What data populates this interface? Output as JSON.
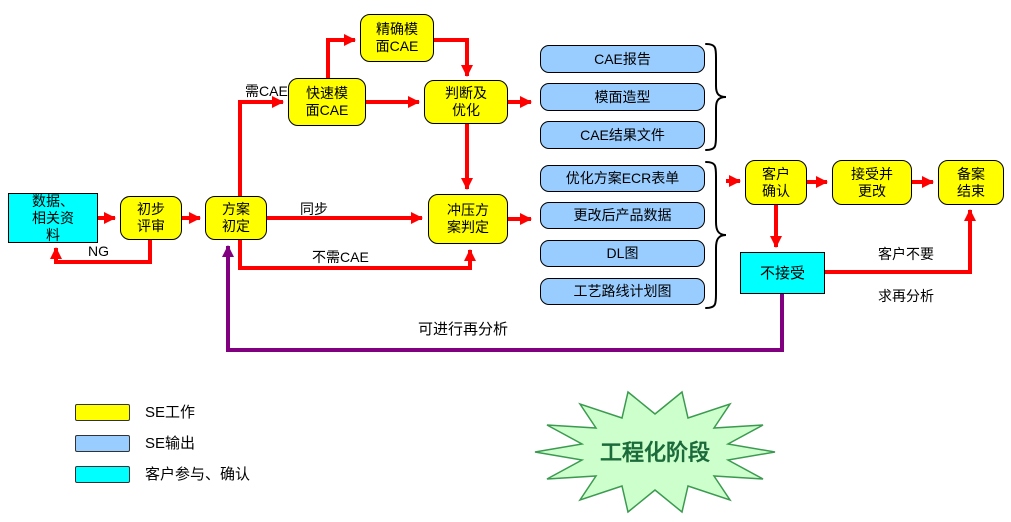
{
  "colors": {
    "se_work": "#FFFF00",
    "se_output": "#99CCFF",
    "customer": "#00FFFF",
    "arrow_red": "#FF0000",
    "arrow_purple": "#800080",
    "brace": "#000000",
    "starburst_fill": "#CCFFCC",
    "starburst_stroke": "#3C9A50",
    "starburst_text": "#1B6B3A"
  },
  "nodes": {
    "data_materials": "数据、\n相关资\n料",
    "preliminary_review": "初步\n评审",
    "plan_initial": "方案\n初定",
    "rapid_cae": "快速模\n面CAE",
    "precise_cae": "精确模\n面CAE",
    "judge_optimize": "判断及\n优化",
    "stamping_judge": "冲压方\n案判定",
    "customer_confirm": "客户\n确认",
    "accept_change": "接受并\n更改",
    "record_end": "备案\n结束",
    "not_accept": "不接受"
  },
  "cae_outputs": [
    "CAE报告",
    "模面造型",
    "CAE结果文件"
  ],
  "plan_outputs": [
    "优化方案ECR表单",
    "更改后产品数据",
    "DL图",
    "工艺路线计划图"
  ],
  "labels": {
    "need_cae": "需CAE",
    "ng": "NG",
    "sync": "同步",
    "no_cae": "不需CAE",
    "customer_no": "客户不要",
    "no_reanalysis": "求再分析",
    "reanalyze": "可进行再分析"
  },
  "legend": {
    "items": [
      {
        "label": "SE工作"
      },
      {
        "label": "SE输出"
      },
      {
        "label": "客户参与、确认"
      }
    ]
  },
  "starburst": {
    "label": "工程化阶段"
  }
}
